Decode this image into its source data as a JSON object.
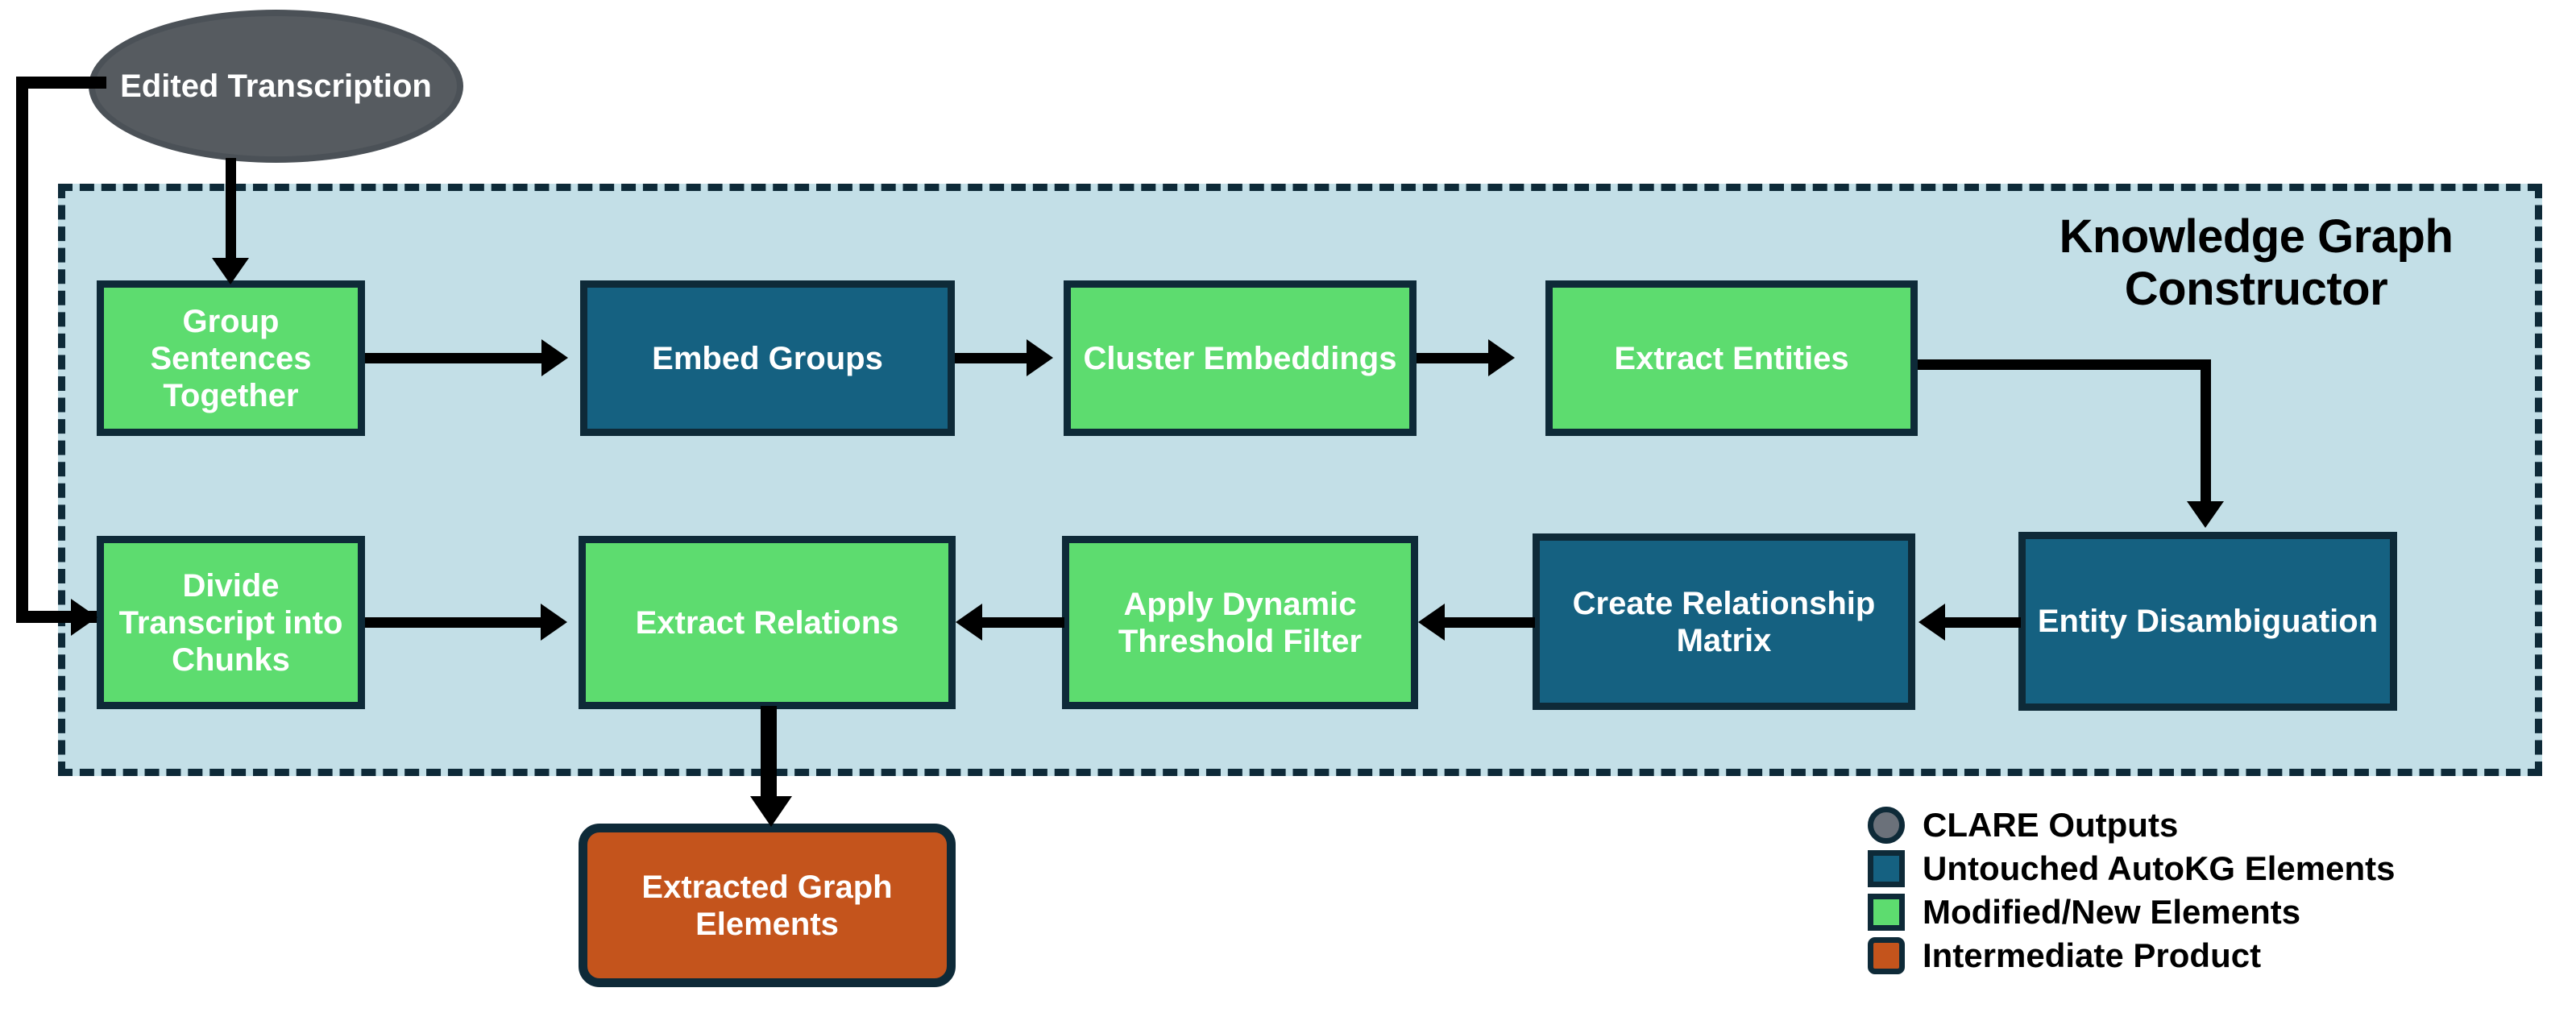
{
  "diagram": {
    "container_title": "Knowledge Graph Constructor",
    "source_node": {
      "label": "Edited Transcription",
      "shape": "ellipse",
      "color": "#565b60"
    },
    "output_node": {
      "label": "Extracted Graph Elements",
      "shape": "rounded-rect",
      "color": "#c4541c"
    },
    "top_row": [
      {
        "label": "Group Sentences Together",
        "color": "#5ddc6f",
        "category": "modified-new"
      },
      {
        "label": "Embed Groups",
        "color": "#156181",
        "category": "untouched-autokg"
      },
      {
        "label": "Cluster Embeddings",
        "color": "#5ddc6f",
        "category": "modified-new"
      },
      {
        "label": "Extract Entities",
        "color": "#5ddc6f",
        "category": "modified-new"
      }
    ],
    "bottom_row": [
      {
        "label": "Divide Transcript into Chunks",
        "color": "#5ddc6f",
        "category": "modified-new"
      },
      {
        "label": "Extract Relations",
        "color": "#5ddc6f",
        "category": "modified-new"
      },
      {
        "label": "Apply Dynamic Threshold Filter",
        "color": "#5ddc6f",
        "category": "modified-new"
      },
      {
        "label": "Create Relationship Matrix",
        "color": "#156181",
        "category": "untouched-autokg"
      },
      {
        "label": "Entity Disambiguation",
        "color": "#156181",
        "category": "untouched-autokg"
      }
    ],
    "legend": {
      "items": [
        {
          "label": "CLARE Outputs",
          "swatch": "gray-circle",
          "color": "#6b717a"
        },
        {
          "label": "Untouched AutoKG Elements",
          "swatch": "blue-square",
          "color": "#156181"
        },
        {
          "label": "Modified/New Elements",
          "swatch": "green-square",
          "color": "#5ddc6f"
        },
        {
          "label": "Intermediate Product",
          "swatch": "orange-rounded-square",
          "color": "#c4541c"
        }
      ]
    },
    "palette": {
      "container_fill": "#c3dfe7",
      "container_border": "#0e2a38",
      "node_border": "#0e2a38",
      "connector": "#000000",
      "text_on_fill": "#ffffff",
      "text_on_container": "#000000"
    }
  }
}
